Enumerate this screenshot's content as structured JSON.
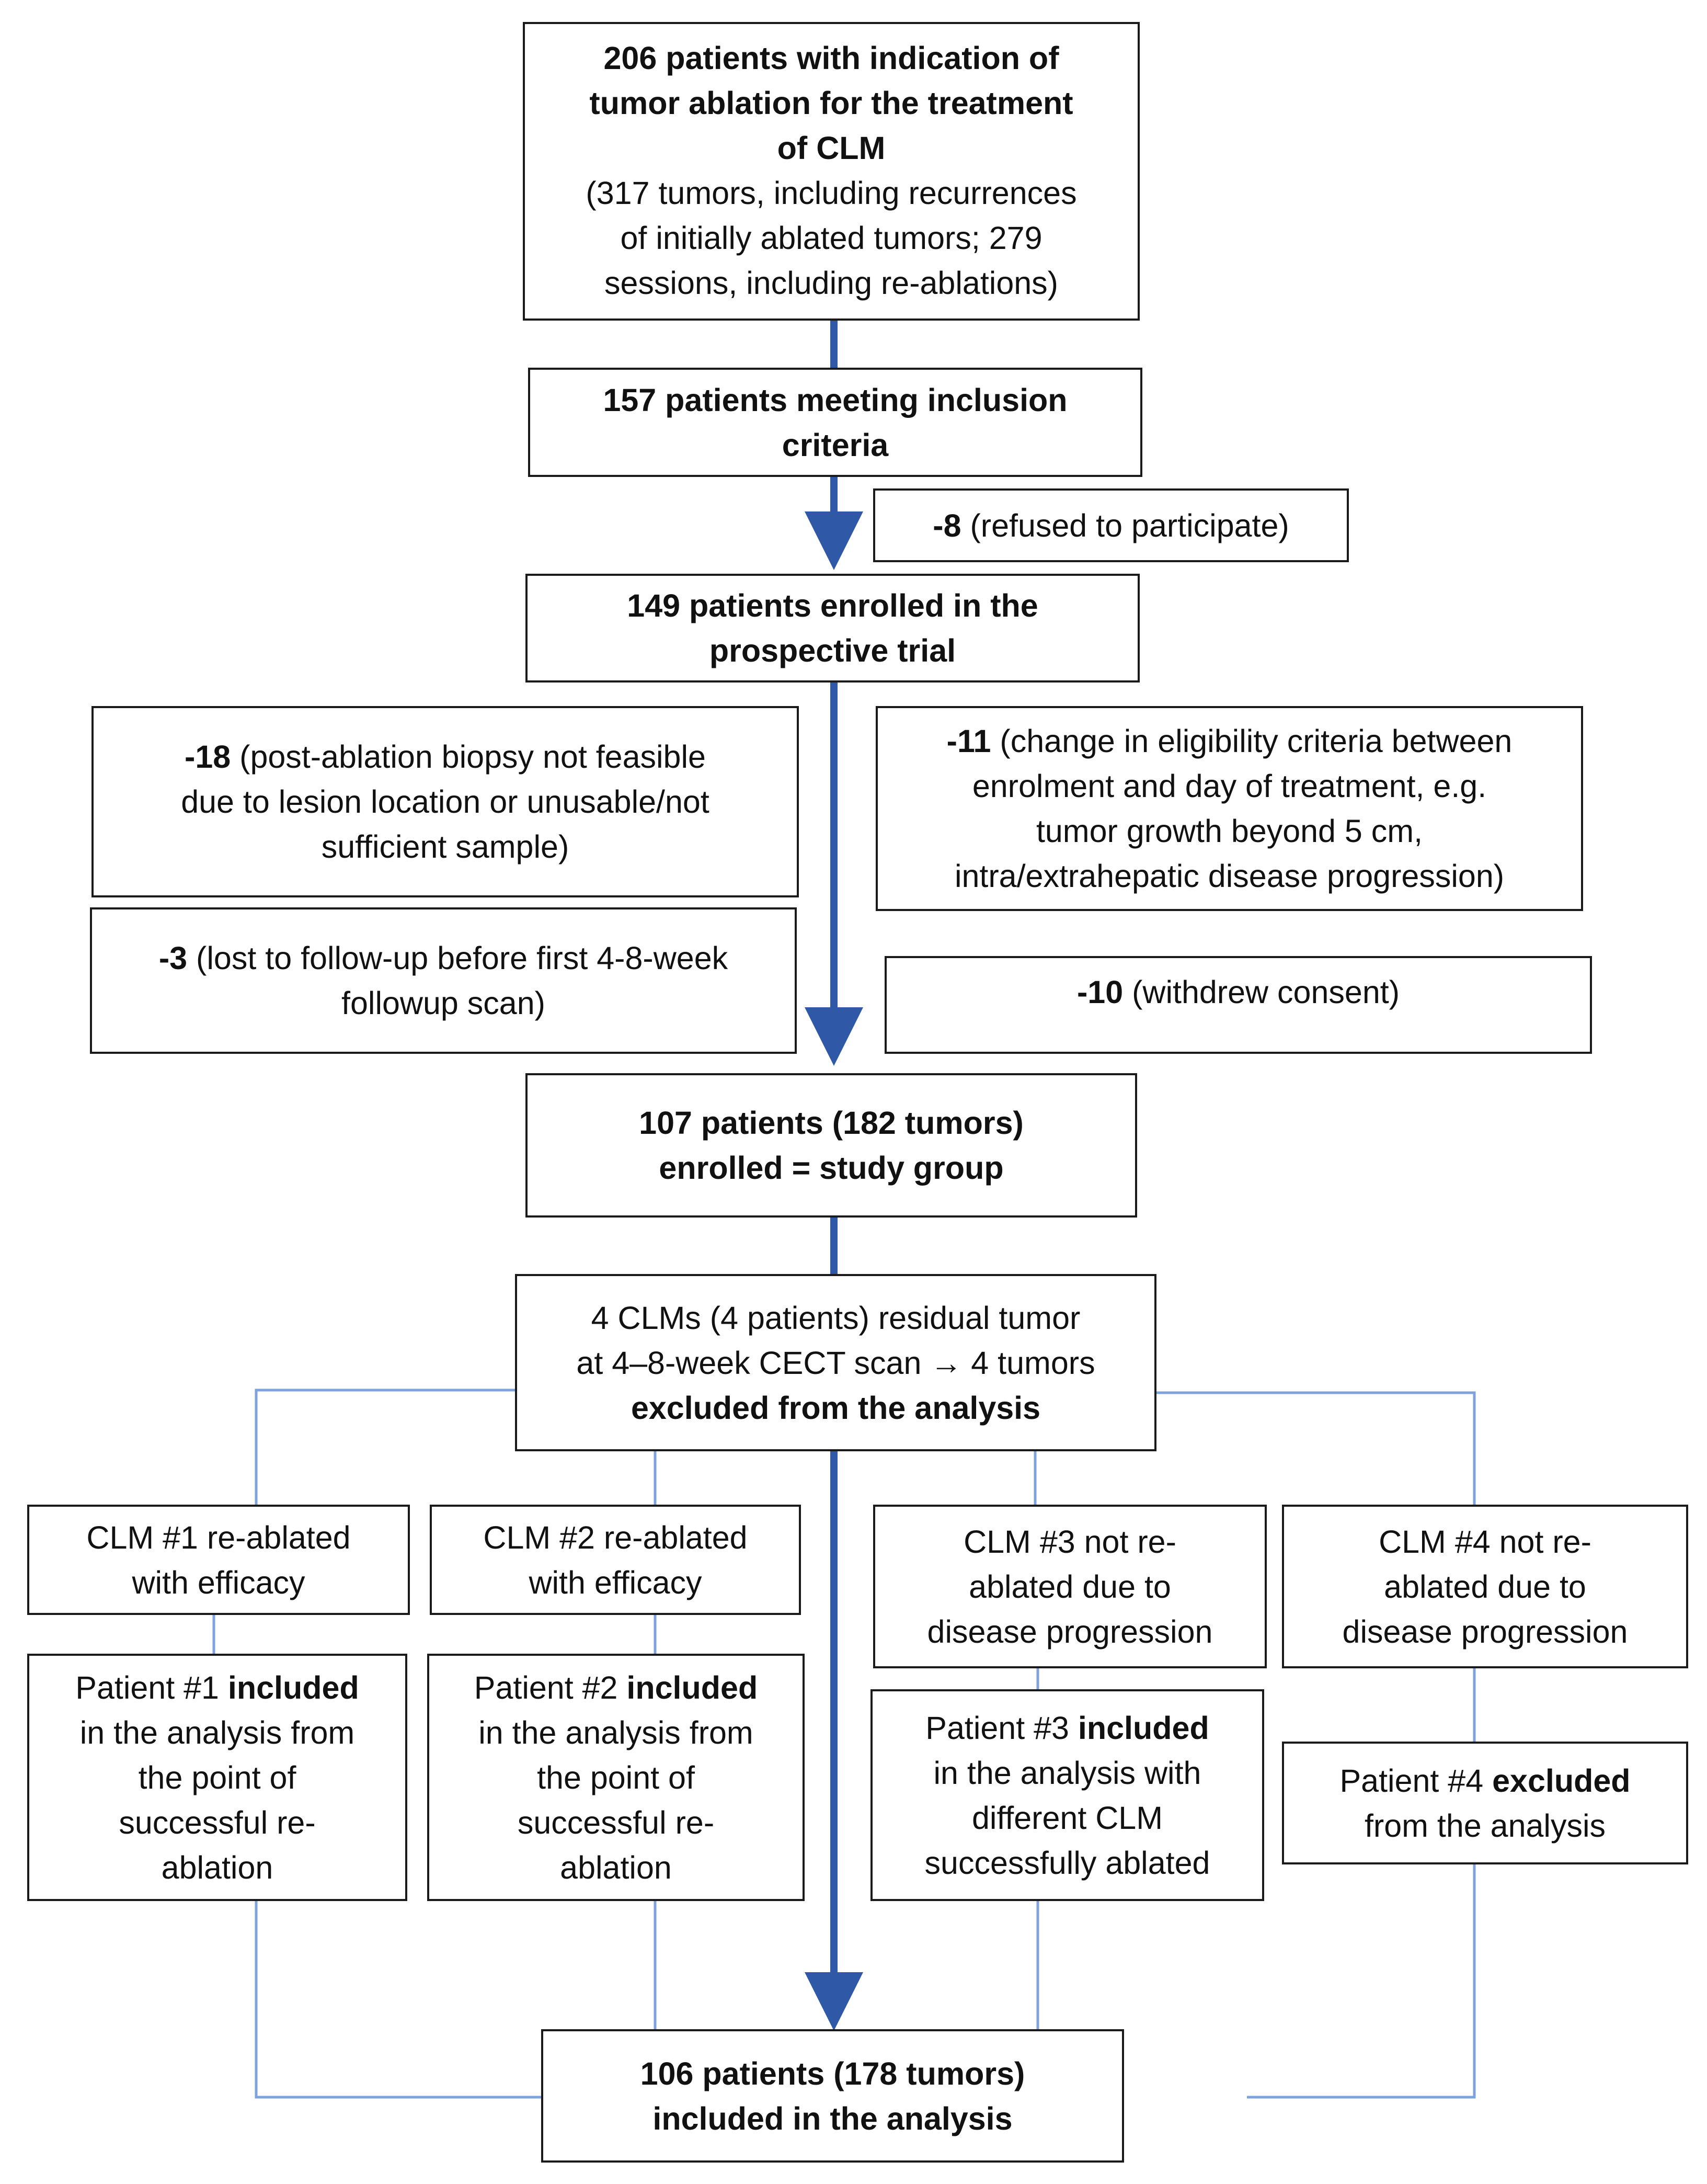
{
  "flowchart": {
    "start": {
      "bold_lines": [
        "206 patients with indication of",
        "tumor ablation for the treatment",
        "of CLM"
      ],
      "lines": [
        "(317 tumors, including recurrences",
        "of initially ablated tumors; 279",
        "sessions, including re-ablations)"
      ]
    },
    "inclusion": {
      "lines": [
        "157 patients meeting inclusion",
        "criteria"
      ]
    },
    "refused": {
      "count": "-8",
      "text": " (refused to participate)"
    },
    "enrolled": {
      "lines": [
        "149 patients enrolled in the",
        "prospective trial"
      ]
    },
    "excl_biopsy": {
      "count": "-18",
      "l1": " (post-ablation biopsy not feasible",
      "l2": "due to lesion location or unusable/not",
      "l3": "sufficient sample)"
    },
    "excl_eligibility": {
      "count": "-11",
      "l1": " (change in eligibility criteria between",
      "l2": "enrolment and day of treatment, e.g.",
      "l3": "tumor growth beyond 5 cm,",
      "l4": "intra/extrahepatic disease progression)"
    },
    "excl_lost": {
      "count": "-3",
      "l1": " (lost to follow-up before first 4-8-week",
      "l2": "followup scan)"
    },
    "excl_withdrew": {
      "count": "-10",
      "text": " (withdrew consent)"
    },
    "study_group": {
      "lines": [
        "107 patients (182 tumors)",
        "enrolled = study group"
      ]
    },
    "residual": {
      "l1": "4 CLMs (4 patients) residual tumor",
      "l2": "at 4–8-week CECT scan → 4 tumors",
      "l3": "excluded from the analysis"
    },
    "clm1": {
      "lines": [
        "CLM #1 re-ablated",
        "with efficacy"
      ]
    },
    "clm2": {
      "lines": [
        "CLM #2 re-ablated",
        "with efficacy"
      ]
    },
    "clm3": {
      "lines": [
        "CLM #3 not re-",
        "ablated due to",
        "disease progression"
      ]
    },
    "clm4": {
      "lines": [
        "CLM #4 not re-",
        "ablated due to",
        "disease progression"
      ]
    },
    "pat1": {
      "pre": "Patient #1 ",
      "bold": "included",
      "lines": [
        "in the analysis from",
        "the point of",
        "successful re-",
        "ablation"
      ]
    },
    "pat2": {
      "pre": "Patient #2 ",
      "bold": "included",
      "lines": [
        "in the analysis from",
        "the point of",
        "successful re-",
        "ablation"
      ]
    },
    "pat3": {
      "pre": "Patient #3 ",
      "bold": "included",
      "lines": [
        "in the analysis with",
        "different CLM",
        "successfully ablated"
      ]
    },
    "pat4": {
      "pre": "Patient #4 ",
      "bold": "excluded",
      "lines": [
        "from the analysis"
      ]
    },
    "final": {
      "lines": [
        "106 patients (178 tumors)",
        "included in the analysis"
      ]
    }
  },
  "colors": {
    "main_arrow": "#2f58a6",
    "branch_lines": "#7da2dc",
    "box_border": "#1a1a1a"
  }
}
